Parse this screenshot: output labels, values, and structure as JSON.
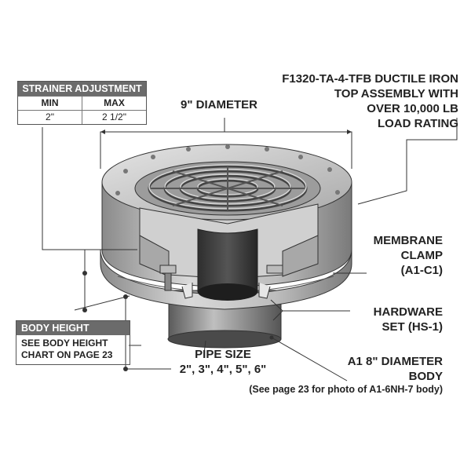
{
  "strainer_table": {
    "title": "STRAINER ADJUSTMENT",
    "headers": [
      "MIN",
      "MAX"
    ],
    "values": [
      "2\"",
      "2 1/2\""
    ]
  },
  "labels": {
    "top_assembly": [
      "F1320-TA-4-TFB DUCTILE IRON",
      "TOP ASSEMBLY WITH",
      "OVER 10,000 LB",
      "LOAD RATING"
    ],
    "diameter": "9\" DIAMETER",
    "membrane_clamp": [
      "MEMBRANE",
      "CLAMP",
      "(A1-C1)"
    ],
    "hardware_set": [
      "HARDWARE",
      "SET (HS-1)"
    ],
    "body": [
      "A1 8\" DIAMETER",
      "BODY"
    ],
    "body_note": "(See page 23 for photo of A1-6NH-7 body)",
    "pipe_size_title": "PIPE SIZE",
    "pipe_sizes": "2\", 3\", 4\", 5\", 6\""
  },
  "body_height_box": {
    "title": "BODY HEIGHT",
    "text": [
      "SEE BODY HEIGHT",
      "CHART ON PAGE 23"
    ]
  },
  "colors": {
    "header_gray": "#6b6b6b",
    "metal_light": "#c8c8c8",
    "metal_dark": "#6e6e6e",
    "line": "#333333"
  }
}
